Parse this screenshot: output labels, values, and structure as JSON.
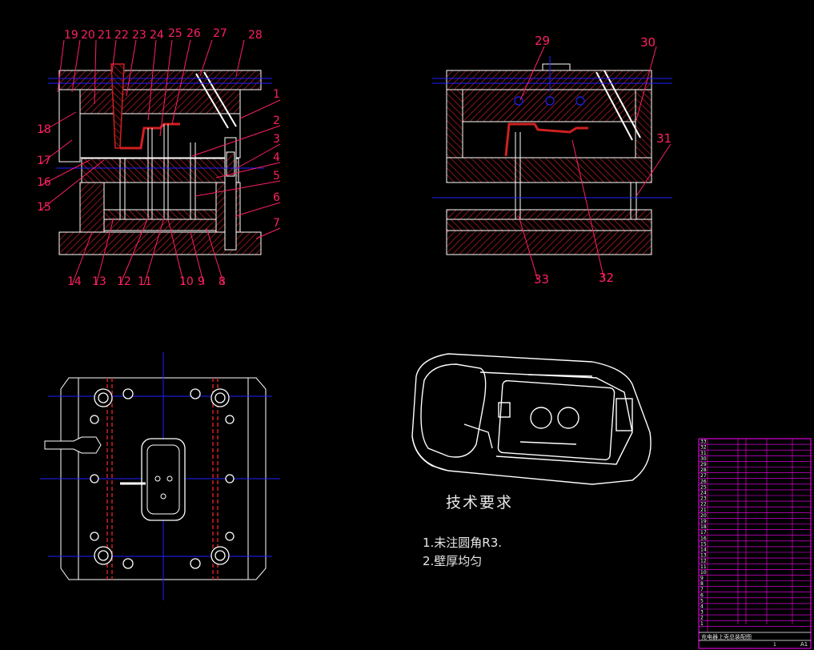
{
  "callouts_left": [
    "19",
    "20",
    "21",
    "22",
    "23",
    "24",
    "25",
    "26",
    "27",
    "28",
    "1",
    "2",
    "3",
    "4",
    "5",
    "6",
    "7",
    "18",
    "17",
    "16",
    "15",
    "14",
    "13",
    "12",
    "11",
    "10",
    "9",
    "8"
  ],
  "callouts_right": [
    "29",
    "30",
    "31",
    "33",
    "32"
  ],
  "tech_requirements": {
    "title": "技术要求",
    "items": [
      "1.未注圆角R3.",
      "2.壁厚均匀"
    ]
  },
  "title_block": {
    "row_numbers": [
      "33",
      "32",
      "31",
      "30",
      "29",
      "28",
      "27",
      "26",
      "25",
      "24",
      "23",
      "22",
      "21",
      "20",
      "19",
      "18",
      "17",
      "16",
      "15",
      "14",
      "13",
      "12",
      "11",
      "10",
      "9",
      "8",
      "7",
      "6",
      "5",
      "4",
      "3",
      "2",
      "1"
    ],
    "drawing_name": "充电器上壳总装配图",
    "sheet": "A1",
    "scale": "1"
  },
  "colors": {
    "outline": "#ffffff",
    "hatch": "#d02020",
    "centerline": "#2020ff",
    "callout": "#ff2060",
    "text": "#e8e8e8",
    "table_line": "#ff00ff"
  }
}
